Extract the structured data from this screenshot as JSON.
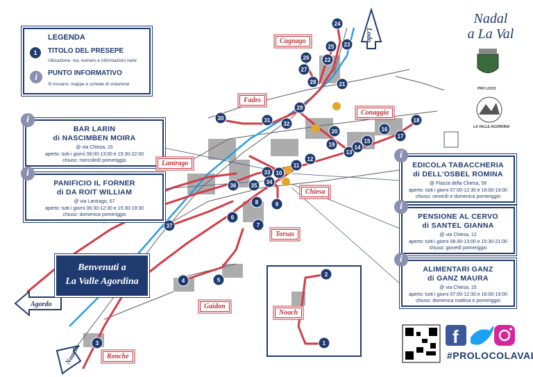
{
  "title_line1": "Nadal",
  "title_line2": "a La Val",
  "proloco_label": "PRO LOCO",
  "valle_label": "LA VALLE AGORDINA",
  "hashtag": "#PROLOCOLAVAL",
  "welcome_line1": "Benvenuti a",
  "welcome_line2": "La Valle Agordina",
  "colors": {
    "navy": "#1f3a6e",
    "red": "#c0303a",
    "river": "#2a9de0",
    "info": "#8a8fb0",
    "gold": "#e0a82a"
  },
  "legend": {
    "title": "LEGENDA",
    "presepe_number": "1",
    "presepe_title": "TITOLO DEL PRESEPE",
    "presepe_sub": "Ubicazione: via, numero e informazioni varie",
    "info_symbol": "i",
    "info_title": "PUNTO INFORMATIVO",
    "info_sub": "Si trovano: mappe e schede di votazione"
  },
  "info_symbol": "i",
  "info_points": [
    {
      "line1": "BAR LARIN",
      "line2": "di NASCIMBEN MOIRA",
      "address": "@ via Chiesa, 15",
      "hours": "aperto: tutti i giorni 08:00-13:00 e 15:30-22:00",
      "closed": "chiuso: mercoledì pomeriggio"
    },
    {
      "line1": "PANIFICIO IL FORNER",
      "line2": "di DA ROIT WILLIAM",
      "address": "@ via Lantrago, 67",
      "hours": "aperto: tutti i giorni 06:30-12:30 e 15:30-19:30",
      "closed": "chiuso: domenica pomeriggio"
    },
    {
      "line1": "EDICOLA TABACCHERIA",
      "line2": "di DELL'OSBEL ROMINA",
      "address": "@ Piazza della Chiesa, 58",
      "hours": "aperto: tutti i giorni 07:00-12:30 e 16:00-19:00",
      "closed": "chiuso: venerdì e domenica pomeriggio"
    },
    {
      "line1": "PENSIONE AL CERVO",
      "line2": "di SANTEL GIANNA",
      "address": "@ via Chiesa, 12",
      "hours": "aperto: tutti i giorni 08:30-13:00 e 15:30-21:00",
      "closed": "chiuso: giovedì pomeriggio"
    },
    {
      "line1": "ALIMENTARI GANZ",
      "line2": "di GANZ MAURA",
      "address": "@ via Chiesa, 15",
      "hours": "aperto: tutti i giorni 07:00-12:30 e 16:00-19:00",
      "closed": "chiuso: domenica mattina e pomeriggio"
    }
  ],
  "locations": [
    "Cugnago",
    "Fades",
    "Conaggia",
    "Lantrago",
    "Chiesa",
    "Torsas",
    "Gaidon",
    "Noach",
    "Ronche"
  ],
  "directions": [
    "Agordo",
    "Noach",
    "Lodo"
  ],
  "markers": [
    "1",
    "2",
    "3",
    "4",
    "5",
    "6",
    "7",
    "8",
    "9",
    "10",
    "11",
    "12",
    "13",
    "14",
    "15",
    "16",
    "17",
    "18",
    "19",
    "20",
    "21",
    "22",
    "23",
    "24",
    "25",
    "26",
    "27",
    "28",
    "29",
    "30",
    "31",
    "32",
    "33",
    "34",
    "35",
    "36",
    "37"
  ]
}
